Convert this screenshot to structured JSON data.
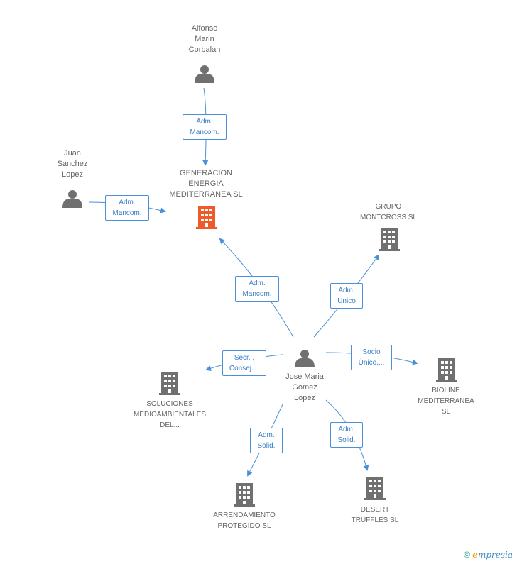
{
  "persons": {
    "alfonso": "Alfonso\nMarin\nCorbalan",
    "juan": "Juan\nSanchez\nLopez",
    "jose": "Jose Maria\nGomez\nLopez"
  },
  "companies": {
    "generacion": "GENERACION\nENERGIA\nMEDITERRANEA SL",
    "grupo": "GRUPO\nMONTCROSS SL",
    "bioline": "BIOLINE\nMEDITERRANEA\nSL",
    "soluciones": "SOLUCIONES\nMEDIOAMBIENTALES\nDEL...",
    "arrendamiento": "ARRENDAMIENTO\nPROTEGIDO SL",
    "desert": "DESERT\nTRUFFLES  SL"
  },
  "edges": {
    "alfonso_generacion": "Adm.\nMancom.",
    "juan_generacion": "Adm.\nMancom.",
    "jose_generacion": "Adm.\nMancom.",
    "jose_grupo": "Adm.\nUnico",
    "jose_bioline": "Socio\nÚnico,...",
    "jose_soluciones": "Secr. ,\nConsej....",
    "jose_arrendamiento": "Adm.\nSolid.",
    "jose_desert": "Adm.\nSolid."
  },
  "footer": {
    "copyright": "©",
    "brand_e": "e",
    "brand_rest": "mpresia"
  },
  "colors": {
    "edge": "#4a90d9",
    "main_company": "#f05a28",
    "company": "#707070",
    "person": "#707070"
  }
}
